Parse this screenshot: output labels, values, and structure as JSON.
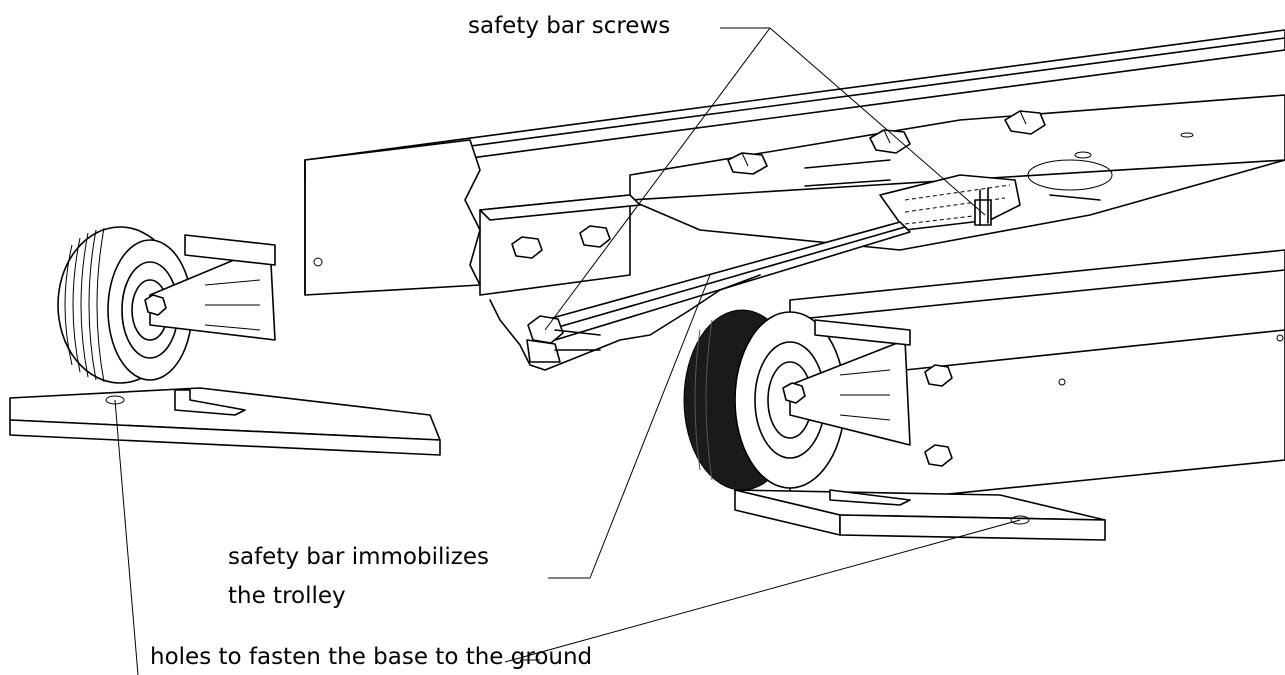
{
  "figure": {
    "labels": {
      "safety_bar_screws": "safety bar screws",
      "safety_bar_line1": "safety bar immobilizes",
      "safety_bar_line2": "the trolley",
      "holes": "holes to fasten the base to the ground"
    },
    "colors": {
      "line": "#000000",
      "background": "#ffffff"
    }
  }
}
